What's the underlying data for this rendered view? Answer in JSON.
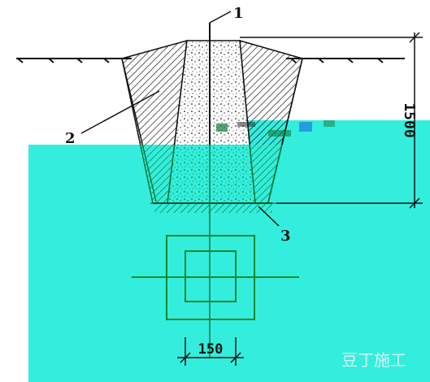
{
  "labels": {
    "marker_1": "1",
    "marker_2": "2",
    "marker_3": "3"
  },
  "dimensions": {
    "depth": "1500",
    "width": "150"
  },
  "watermark": "豆丁施工",
  "colors": {
    "overlay": "#33eedd",
    "hatch": "#1a1a1a",
    "overlay_line": "#0f7a3a",
    "plan_line": "#0a8a2a"
  }
}
